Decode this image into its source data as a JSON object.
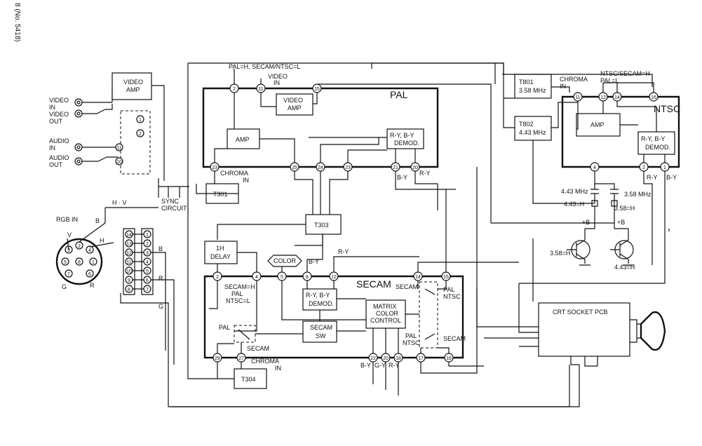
{
  "page_ref": "8 (No. 5418)",
  "blocks": {
    "pal": "PAL",
    "secam": "SECAM",
    "ntsc": "NTSC",
    "crt": "CRT SOCKET PCB"
  },
  "inputs": {
    "video_in": [
      "VIDEO",
      "IN"
    ],
    "video_out": [
      "VIDEO",
      "OUT"
    ],
    "audio_in": [
      "AUDIO",
      "IN"
    ],
    "audio_out": [
      "AUDIO",
      "OUT"
    ],
    "rgb_in": "RGB IN",
    "video_amp_left": [
      "VIDEO",
      "AMP"
    ],
    "sync_circuit": [
      "SYNC",
      "CIRCUIT"
    ],
    "hv": "H · V"
  },
  "pal_block": {
    "mode": "PAL=H, SECAM/NTSC=L",
    "video_in": [
      "VIDEO",
      "IN"
    ],
    "video_amp": [
      "VIDEO",
      "AMP"
    ],
    "amp": "AMP",
    "demod": [
      "R-Y, B-Y",
      "DEMOD."
    ],
    "chroma_in": [
      "CHROMA",
      "IN"
    ],
    "by": "B-Y",
    "ry": "R-Y",
    "pins": [
      "2",
      "11",
      "15",
      "23",
      "25",
      "24",
      "23",
      "21",
      "20"
    ]
  },
  "transformers": {
    "t301": "T301",
    "t303": "T303",
    "t304": "T304",
    "t801": [
      "T801",
      "3.58 MHz"
    ],
    "t802": [
      "T802",
      "4.43 MHz"
    ]
  },
  "secam_block": {
    "delay": [
      "1H",
      "DELAY"
    ],
    "color": "COLOR",
    "mode": [
      "SECAM=H",
      "PAL",
      "NTSC=L"
    ],
    "demod": [
      "R-Y, B-Y",
      "DEMOD."
    ],
    "matrix": [
      "MATRIX",
      "COLOR",
      "CONTROL"
    ],
    "sw": [
      "SECAM",
      "SW"
    ],
    "pal": "PAL",
    "secam": "SECAM",
    "pal_ntsc": [
      "PAL",
      "NTSC"
    ],
    "chroma_in": [
      "CHROMA",
      "IN"
    ],
    "by": "B-Y",
    "ry": "R-Y",
    "outputs": [
      "B-Y",
      "G-Y",
      "R-Y"
    ],
    "pins": [
      "2",
      "4",
      "5",
      "8",
      "12",
      "14",
      "15",
      "29",
      "27",
      "22",
      "20",
      "18",
      "17",
      "16"
    ]
  },
  "ntsc_block": {
    "chroma_in": [
      "CHROMA",
      "IN"
    ],
    "mode": [
      "NTSC/SECAM=H",
      "PAL=L"
    ],
    "amp": "AMP",
    "demod": [
      "R-Y, B-Y",
      "DEMOD."
    ],
    "ry": "R-Y",
    "by": "B-Y",
    "pins": [
      "11",
      "12",
      "14",
      "16",
      "4",
      "2",
      "1"
    ]
  },
  "crystals": {
    "x443": "4.43 MHz",
    "x358": "3.58 MHz",
    "sel443": "4.43=H",
    "sel358": "3.58=H",
    "b1": "+B",
    "b2": "+B",
    "tr1": "3.58=H",
    "tr2": "4.43=H"
  },
  "rgb_connector": {
    "pins": [
      "14",
      "13",
      "12",
      "11",
      "10",
      "9",
      "8",
      "1",
      "2",
      "3",
      "4",
      "5",
      "6",
      "7"
    ],
    "labels": [
      "B",
      "H",
      "V",
      "G",
      "R",
      "B",
      "R",
      "G"
    ],
    "din": [
      "1",
      "2",
      "3",
      "4",
      "5",
      "6",
      "7",
      "8"
    ]
  },
  "av_pins": [
    "1",
    "2",
    "11",
    "10"
  ]
}
